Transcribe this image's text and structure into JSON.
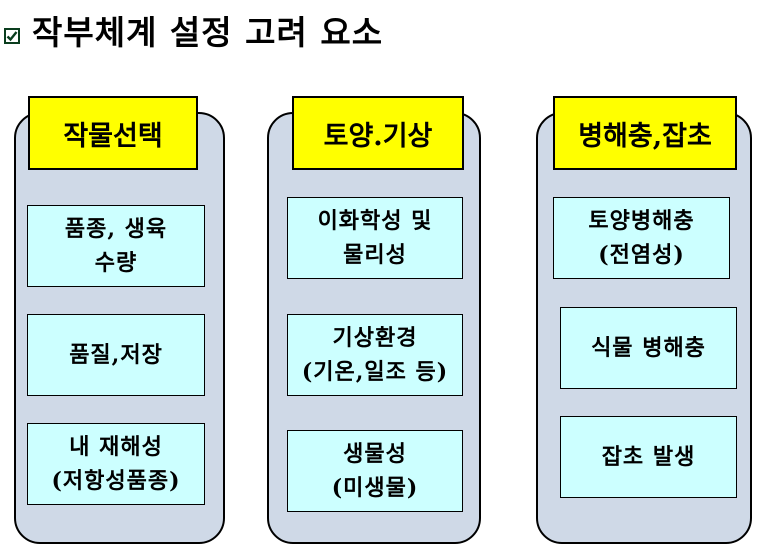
{
  "title": "작부체계 설정 고려 요소",
  "columns": [
    {
      "header": "작물선택",
      "items": [
        {
          "lines": [
            "품종, 생육",
            "수량"
          ]
        },
        {
          "lines": [
            "품질,저장"
          ]
        },
        {
          "lines": [
            "내 재해성",
            "(저항성품종)"
          ]
        }
      ]
    },
    {
      "header": "토양.기상",
      "items": [
        {
          "lines": [
            "이화학성 및",
            "물리성"
          ]
        },
        {
          "lines": [
            "기상환경",
            "(기온,일조 등)"
          ]
        },
        {
          "lines": [
            "생물성",
            "(미생물)"
          ]
        }
      ]
    },
    {
      "header": "병해충,잡초",
      "items": [
        {
          "lines": [
            "토양병해충",
            "(전염성)"
          ]
        },
        {
          "lines": [
            "식물 병해충"
          ]
        },
        {
          "lines": [
            "잡초 발생"
          ]
        }
      ]
    }
  ]
}
